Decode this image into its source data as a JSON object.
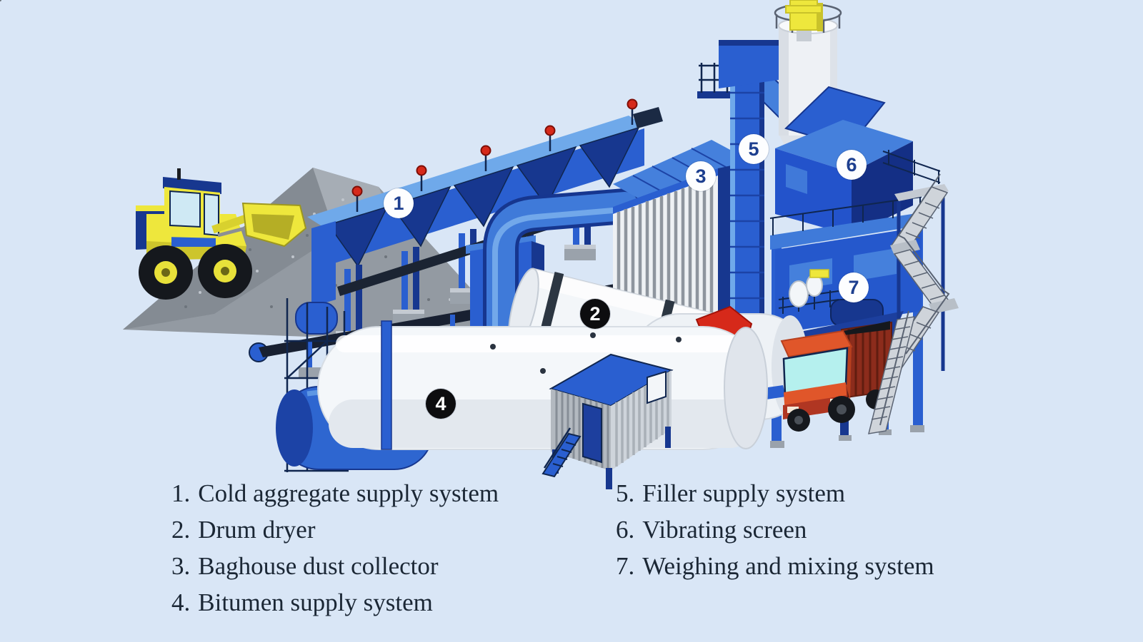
{
  "colors": {
    "bg": "#d9e6f6",
    "ink": "#1b2735",
    "blue": "#2a5fd0",
    "blueDark": "#17378f",
    "blueLight": "#4580dc",
    "blueSky": "#6fa9ea",
    "yellow": "#eee73c",
    "red": "#d6291a",
    "orange": "#e0562a",
    "maroon": "#8c2c1c",
    "cyan": "#b5f0ee"
  },
  "badges": [
    {
      "number": "1"
    },
    {
      "number": "2"
    },
    {
      "number": "3"
    },
    {
      "number": "4"
    },
    {
      "number": "5"
    },
    {
      "number": "6"
    },
    {
      "number": "7"
    }
  ],
  "legend": {
    "left": [
      {
        "number": "1.",
        "label": "Cold aggregate supply system"
      },
      {
        "number": "2.",
        "label": "Drum dryer"
      },
      {
        "number": "3.",
        "label": "Baghouse dust collector"
      },
      {
        "number": "4.",
        "label": "Bitumen supply system"
      }
    ],
    "right": [
      {
        "number": "5.",
        "label": "Filler supply system"
      },
      {
        "number": "6.",
        "label": "Vibrating screen"
      },
      {
        "number": "7.",
        "label": "Weighing and mixing system"
      }
    ]
  }
}
